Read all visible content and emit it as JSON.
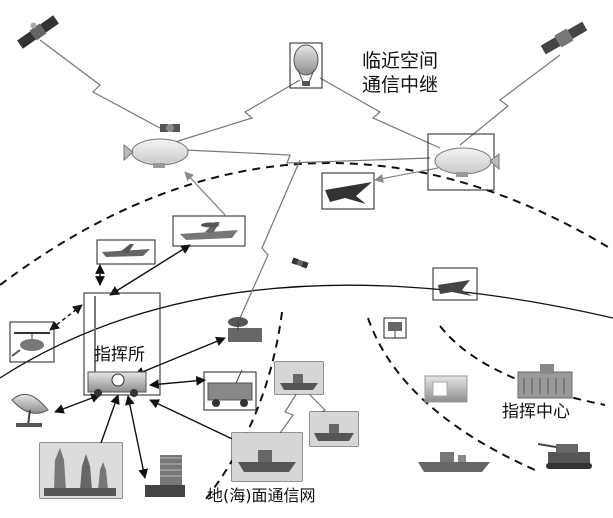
{
  "labels": {
    "near_space_relay_line1": "临近空间",
    "near_space_relay_line2": "通信中继",
    "command_post": "指挥所",
    "command_center": "指挥中心",
    "ground_sea_network": "地(海)面通信网"
  },
  "nodes": [
    {
      "id": "satellite-left",
      "icon": "satellite-icon"
    },
    {
      "id": "satellite-right",
      "icon": "satellite-icon"
    },
    {
      "id": "satellite-small",
      "icon": "satellite-icon"
    },
    {
      "id": "satellite-center",
      "icon": "satellite-icon"
    },
    {
      "id": "balloon",
      "icon": "balloon-icon"
    },
    {
      "id": "airship-left",
      "icon": "airship-icon"
    },
    {
      "id": "airship-right",
      "icon": "airship-icon"
    },
    {
      "id": "early-warning-aircraft",
      "icon": "awacs-aircraft-icon"
    },
    {
      "id": "fighter-jet",
      "icon": "fighter-jet-icon"
    },
    {
      "id": "transport-aircraft",
      "icon": "aircraft-icon"
    },
    {
      "id": "stealth-aircraft",
      "icon": "stealth-aircraft-icon"
    },
    {
      "id": "helicopter",
      "icon": "helicopter-icon"
    },
    {
      "id": "command-post-vehicle",
      "icon": "command-vehicle-icon"
    },
    {
      "id": "radar-vehicle",
      "icon": "radar-vehicle-icon"
    },
    {
      "id": "armored-vehicle",
      "icon": "armored-vehicle-icon"
    },
    {
      "id": "satellite-dish",
      "icon": "satellite-dish-icon"
    },
    {
      "id": "missile-launchers",
      "icon": "missile-launcher-icon"
    },
    {
      "id": "radar-array",
      "icon": "radar-array-icon"
    },
    {
      "id": "warship-top",
      "icon": "warship-icon"
    },
    {
      "id": "warship-right",
      "icon": "warship-icon"
    },
    {
      "id": "warship-bottom",
      "icon": "warship-icon"
    },
    {
      "id": "warship-command-center",
      "icon": "warship-icon"
    },
    {
      "id": "radome-building",
      "icon": "radome-icon"
    },
    {
      "id": "surveillance-camera",
      "icon": "camera-icon"
    },
    {
      "id": "command-center-building",
      "icon": "building-icon"
    },
    {
      "id": "tank",
      "icon": "tank-icon"
    }
  ]
}
